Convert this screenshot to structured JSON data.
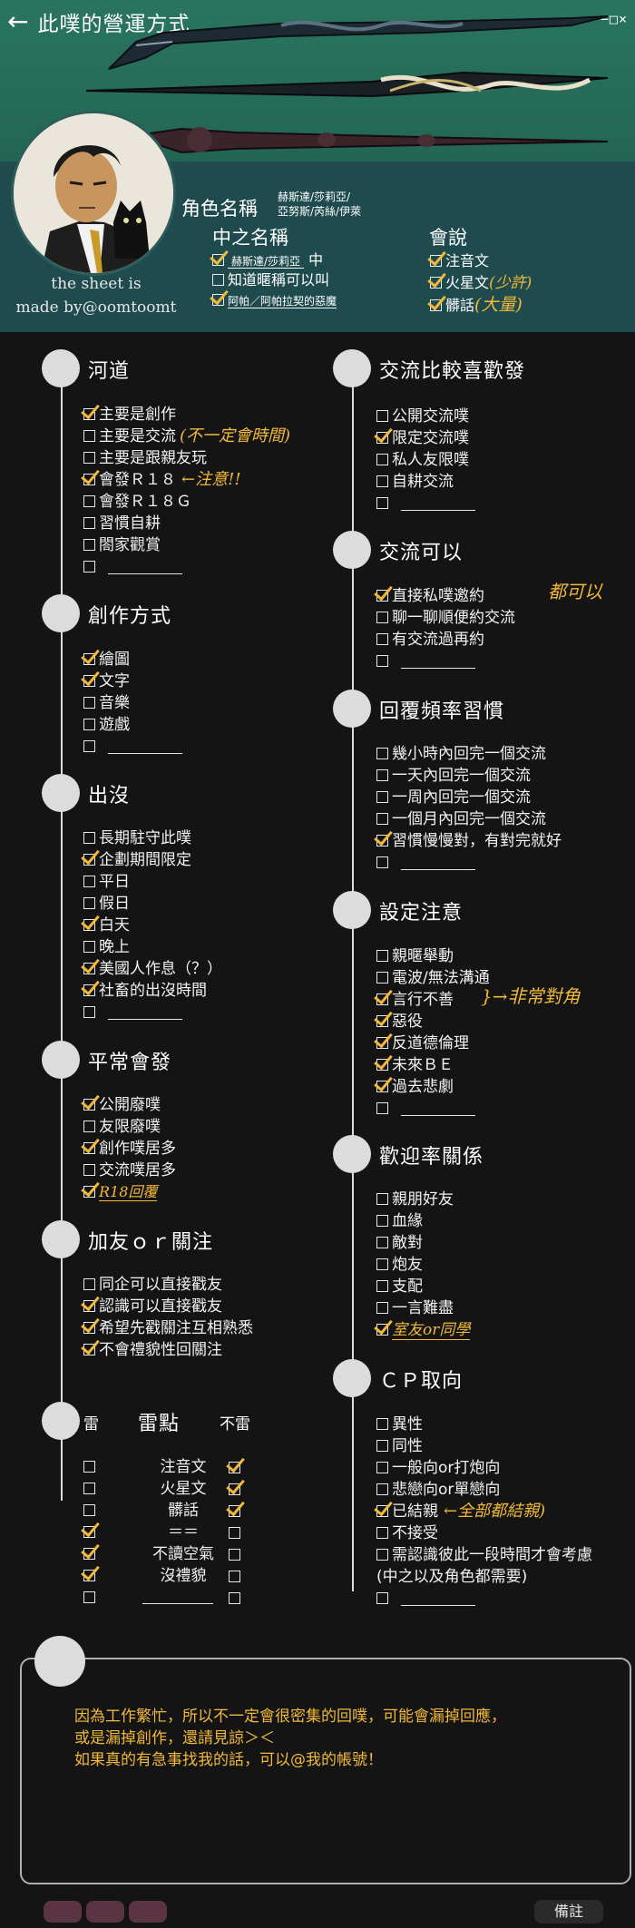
{
  "title": {
    "back": "←",
    "text": "此噗的營運方式",
    "window_controls": "−□×"
  },
  "credit": {
    "line1": "the sheet is",
    "line2": "made by@oomtoomt"
  },
  "profile": {
    "name_label": "角色名稱",
    "name_value_1": "赫斯達/莎莉亞/",
    "name_value_2": "亞努斯/芮絲/伊萊",
    "nick_label": "中之名稱",
    "nick_value": "赫斯達/莎莉亞",
    "nick_suffix": "中",
    "nick_opt2": "知道暱稱可以叫",
    "nick_opt3": "阿帕／阿帕拉契的惡魔",
    "lang_label": "會說",
    "lang_1": "注音文",
    "lang_2": "火星文",
    "lang_2_note": "(少許)",
    "lang_3": "髒話",
    "lang_3_note": "(大量)"
  },
  "sections": {
    "hedao": {
      "title": "河道",
      "items": [
        "主要是創作",
        "主要是交流",
        "主要是跟親友玩",
        "會發Ｒ１８",
        "會發Ｒ１８Ｇ",
        "習慣自耕",
        "閤家觀賞"
      ],
      "note_1": "(不一定會時間)",
      "note_2": "←注意!!"
    },
    "creation": {
      "title": "創作方式",
      "items": [
        "繪圖",
        "文字",
        "音樂",
        "遊戲"
      ]
    },
    "presence": {
      "title": "出沒",
      "items": [
        "長期駐守此噗",
        "企劃期間限定",
        "平日",
        "假日",
        "白天",
        "晚上",
        "美國人作息（？）",
        "社畜的出沒時間"
      ]
    },
    "usual": {
      "title": "平常會發",
      "items": [
        "公開廢噗",
        "友限廢噗",
        "創作噗居多",
        "交流噗居多"
      ],
      "extra": "R18回覆"
    },
    "follow": {
      "title": "加友ｏｒ關注",
      "items": [
        "同企可以直接戳友",
        "認識可以直接戳友",
        "希望先戳關注互相熟悉",
        "不會禮貌性回關注"
      ]
    },
    "minefield": {
      "title": "雷點",
      "col_left": "雷",
      "col_right": "不雷",
      "items": [
        "注音文",
        "火星文",
        "髒話",
        "＝＝",
        "不讀空氣",
        "沒禮貌"
      ]
    },
    "exchange_pref": {
      "title": "交流比較喜歡發",
      "items": [
        "公開交流噗",
        "限定交流噗",
        "私人友限噗",
        "自耕交流"
      ]
    },
    "exchange_ok": {
      "title": "交流可以",
      "items": [
        "直接私噗邀約",
        "聊一聊順便約交流",
        "有交流過再約"
      ],
      "note": "都可以"
    },
    "reply": {
      "title": "回覆頻率習慣",
      "items": [
        "幾小時內回完一個交流",
        "一天內回完一個交流",
        "一周內回完一個交流",
        "一個月內回完一個交流",
        "習慣慢慢對，有對完就好"
      ]
    },
    "settings": {
      "title": "設定注意",
      "items": [
        "親暱舉動",
        "電波/無法溝通",
        "言行不善",
        "惡役",
        "反道德倫理",
        "未來ＢＥ",
        "過去悲劇"
      ],
      "note": "}→非常對角"
    },
    "relations": {
      "title": "歡迎率關係",
      "items": [
        "親朋好友",
        "血緣",
        "敵對",
        "炮友",
        "支配",
        "一言難盡"
      ],
      "extra": "室友or同學"
    },
    "cp": {
      "title": "ＣＰ取向",
      "items": [
        "異性",
        "同性",
        "一般向or打炮向",
        "悲戀向or單戀向",
        "已結親",
        "不接受",
        "需認識彼此一段時間才會考慮",
        "(中之以及角色都需要)"
      ],
      "note": "←全部都結親)"
    }
  },
  "notes": {
    "line1": "因為工作繁忙，所以不一定會很密集的回噗，可能會漏掉回應，",
    "line2": "或是漏掉創作，還請見諒＞＜",
    "line3": "如果真的有急事找我的話，可以@我的帳號！"
  },
  "footer": {
    "remark": "備註"
  },
  "colors": {
    "header_green": "#2a7560",
    "header_band": "#1f4b4e",
    "background": "#141414",
    "handwriting": "#f1b93a"
  }
}
